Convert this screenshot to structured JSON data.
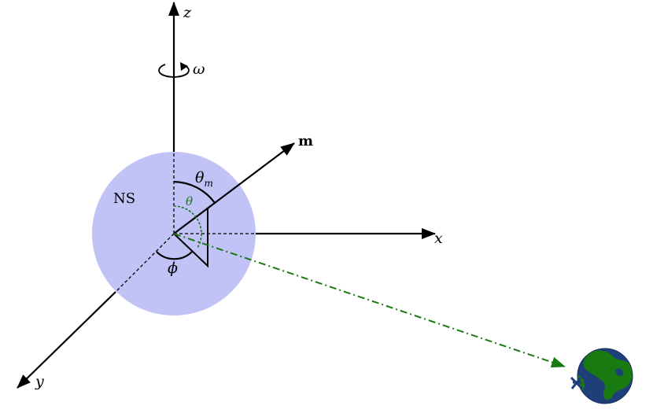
{
  "labels": {
    "z_axis": "z",
    "x_axis": "x",
    "y_axis": "y",
    "magnetic_axis": "m",
    "rotation": "ω",
    "star": "NS",
    "theta_m": "θ",
    "theta_m_sub": "m",
    "theta": "θ",
    "phi": "ϕ"
  },
  "colors": {
    "star_fill": "#c1c2f6",
    "line_of_sight": "#1a7a12",
    "axes": "#000000",
    "earth_ocean": "#1f3f7a",
    "earth_land": "#1a7a12"
  },
  "icons": {
    "earth": "earth-globe-icon",
    "rotation": "rotation-arrow-icon"
  }
}
